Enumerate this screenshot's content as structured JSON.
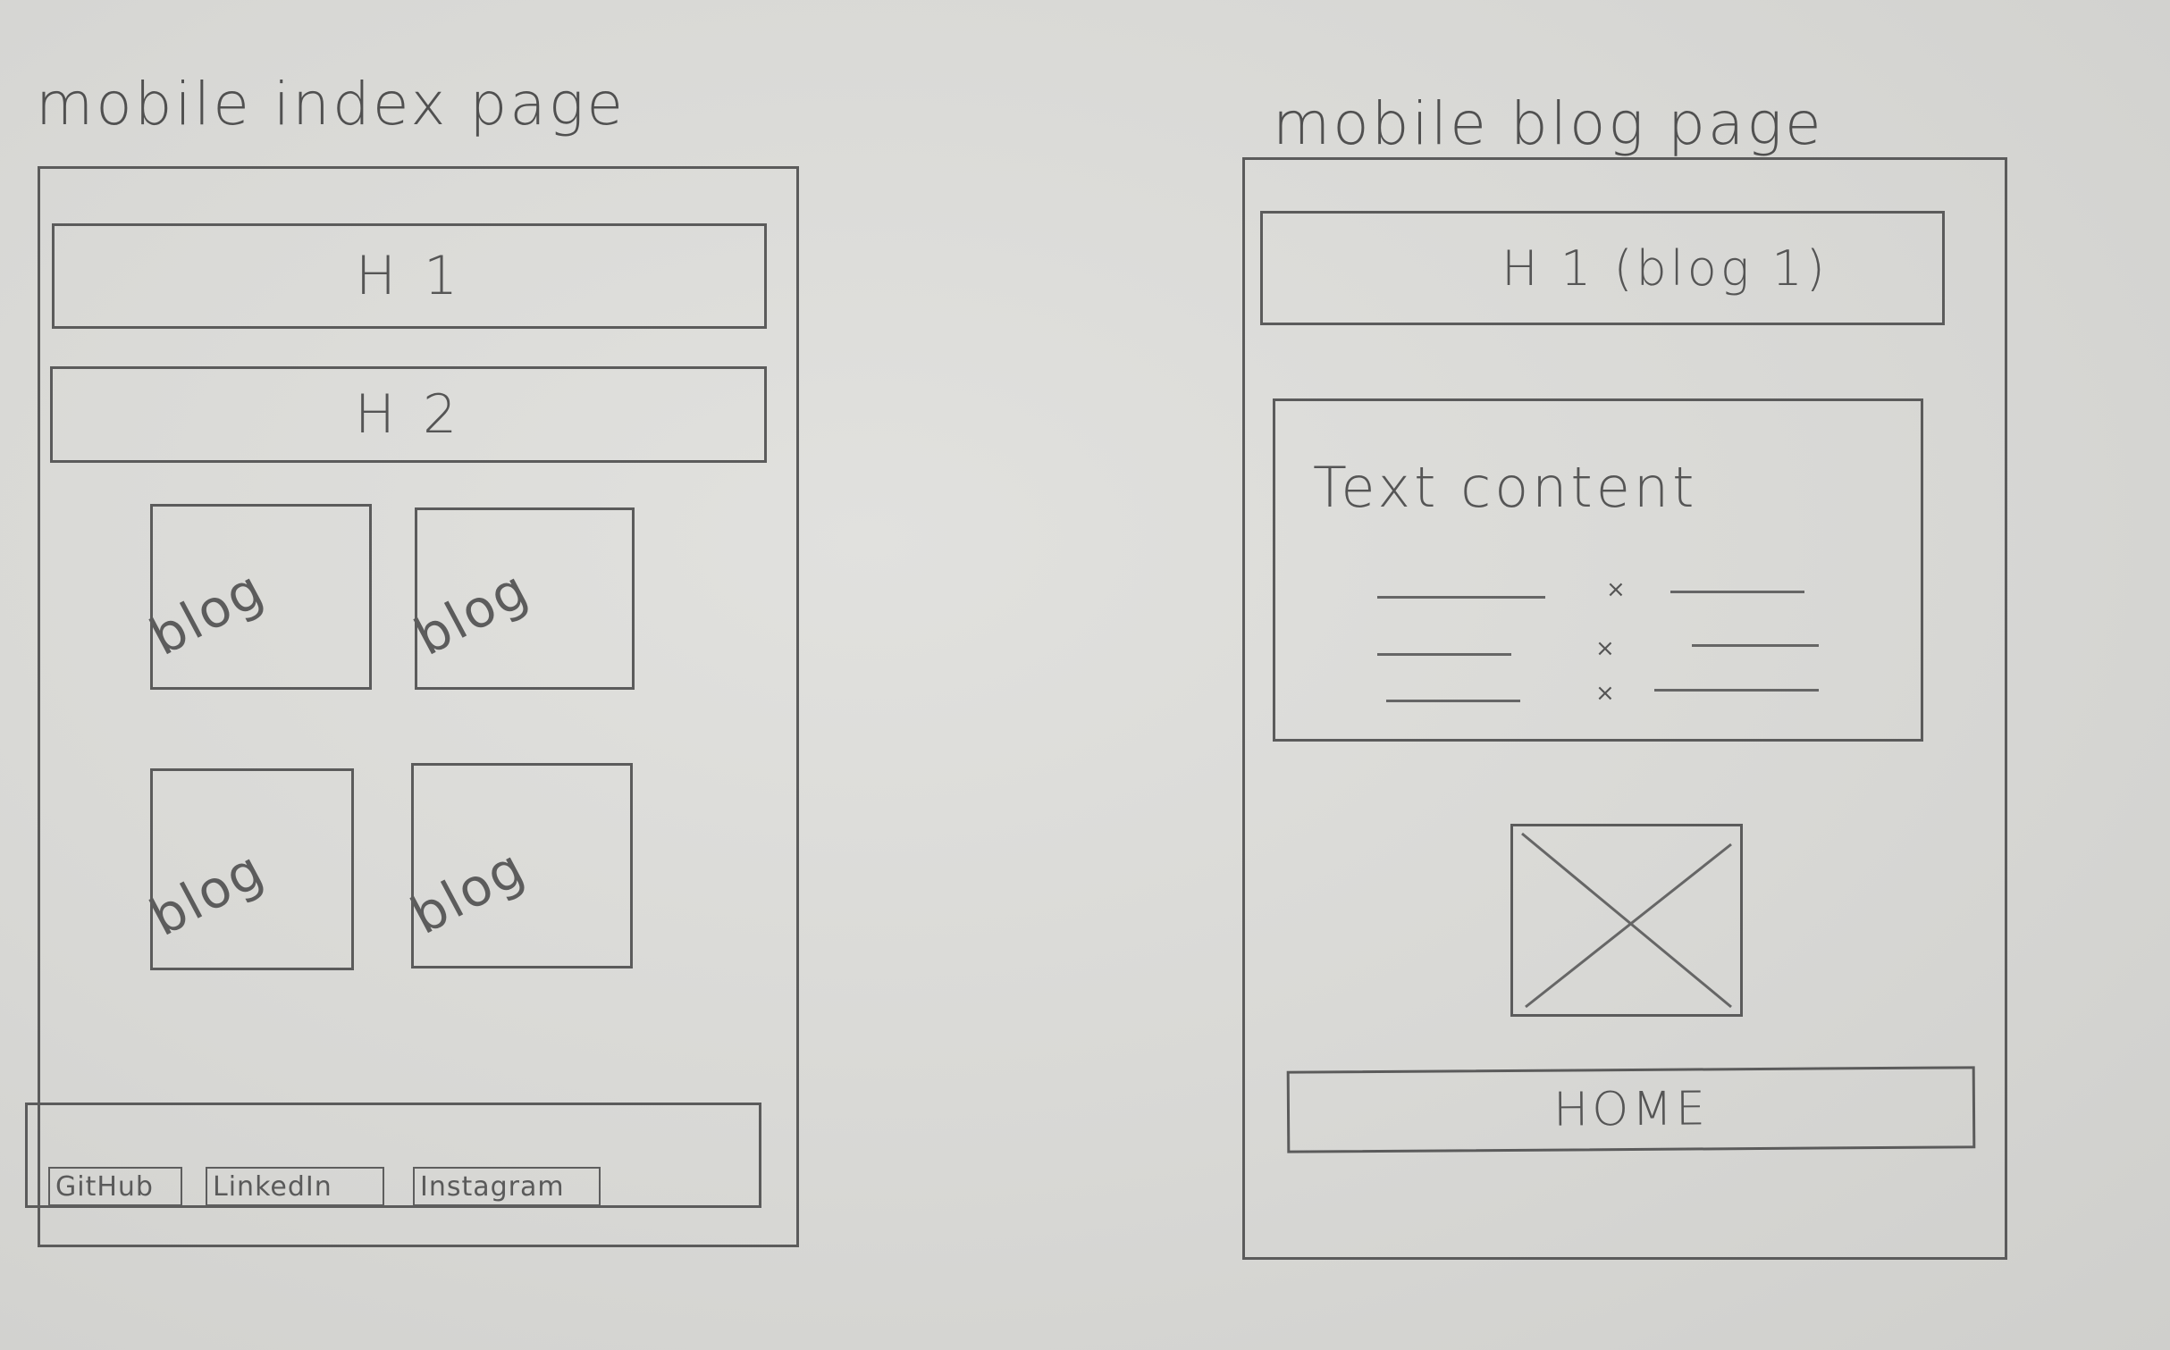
{
  "index_page": {
    "caption": "mobile index page",
    "h1_label": "H 1",
    "h2_label": "H 2",
    "blog_cards": [
      {
        "label": "blog"
      },
      {
        "label": "blog"
      },
      {
        "label": "blog"
      },
      {
        "label": "blog"
      }
    ],
    "footer_links": [
      "GitHub",
      "LinkedIn",
      "Instagram"
    ]
  },
  "blog_page": {
    "caption": "mobile blog page",
    "h1_label": "H 1 (blog 1)",
    "text_content_label": "Text content",
    "image_placeholder": "image-placeholder",
    "home_button_label": "HOME"
  }
}
